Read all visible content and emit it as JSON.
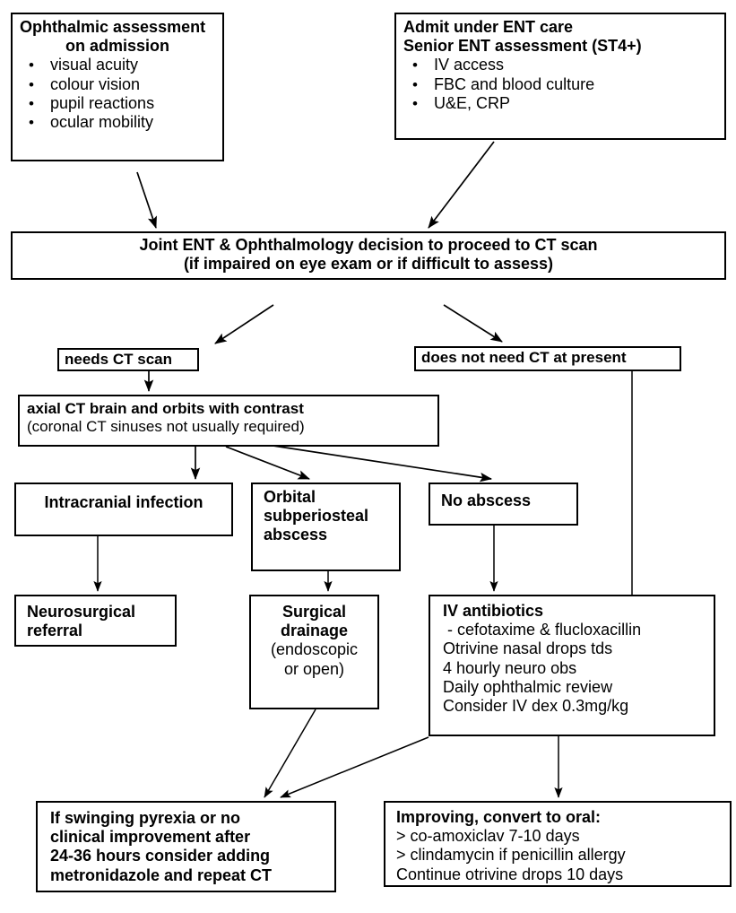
{
  "title": "Periorbital / orbital cellulitis management flowchart",
  "nodes": {
    "ophthalmic_assessment": {
      "heading_line1": "Ophthalmic assessment",
      "heading_line2": "on admission",
      "bullet_glyph": "•",
      "bullets": [
        "visual acuity",
        "colour vision",
        "pupil reactions",
        "ocular mobility"
      ]
    },
    "admit_ent": {
      "heading_line1": "Admit under ENT care",
      "heading_line2": "Senior ENT assessment (ST4+)",
      "bullet_glyph": "•",
      "bullets": [
        "IV access",
        "FBC and blood culture",
        "U&E, CRP"
      ]
    },
    "joint_decision": {
      "line1": "Joint ENT & Ophthalmology decision to proceed to CT scan",
      "line2": "(if impaired on eye exam or if difficult to assess)"
    },
    "needs_ct": {
      "label": "needs CT scan"
    },
    "no_ct": {
      "label": "does not need CT at present"
    },
    "axial_ct": {
      "line1": "axial CT brain and orbits with contrast",
      "line2": "(coronal CT sinuses not usually required)"
    },
    "intracranial": {
      "label": "Intracranial infection"
    },
    "orbital_abscess": {
      "line1": "Orbital",
      "line2": "subperiosteal",
      "line3": "abscess"
    },
    "no_abscess": {
      "label": "No abscess"
    },
    "neurosurgical": {
      "line1": "Neurosurgical",
      "line2": "referral"
    },
    "surgical_drainage": {
      "line1": "Surgical",
      "line2": "drainage",
      "line3": "(endoscopic",
      "line4": "or open)"
    },
    "iv_antibiotics": {
      "heading": "IV antibiotics",
      "line2": " - cefotaxime & flucloxacillin",
      "line3": "Otrivine nasal drops tds",
      "line4": "4 hourly neuro obs",
      "line5": "Daily ophthalmic review",
      "line6": "Consider IV dex 0.3mg/kg"
    },
    "swinging_pyrexia": {
      "line1": "If swinging pyrexia or no",
      "line2": "clinical improvement after",
      "line3": "24-36 hours consider adding",
      "line4": "metronidazole and repeat CT"
    },
    "improving_oral": {
      "heading": "Improving, convert to oral:",
      "line2": "> co-amoxiclav 7-10 days",
      "line3": "> clindamycin if penicillin allergy",
      "line4": "Continue otrivine drops 10 days"
    }
  },
  "edges": [
    {
      "name": "ophthalmic-to-decision",
      "from": "ophthalmic_assessment",
      "to": "joint_decision"
    },
    {
      "name": "admit-to-decision",
      "from": "admit_ent",
      "to": "joint_decision"
    },
    {
      "name": "decision-to-needs-ct",
      "from": "joint_decision",
      "to": "needs_ct"
    },
    {
      "name": "decision-to-no-ct",
      "from": "joint_decision",
      "to": "no_ct"
    },
    {
      "name": "needs-ct-to-axial-ct",
      "from": "needs_ct",
      "to": "axial_ct"
    },
    {
      "name": "axial-ct-to-intracranial",
      "from": "axial_ct",
      "to": "intracranial"
    },
    {
      "name": "axial-ct-to-orbital-abscess",
      "from": "axial_ct",
      "to": "orbital_abscess"
    },
    {
      "name": "axial-ct-to-no-abscess",
      "from": "axial_ct",
      "to": "no_abscess"
    },
    {
      "name": "intracranial-to-neurosurgical",
      "from": "intracranial",
      "to": "neurosurgical"
    },
    {
      "name": "orbital-abscess-to-surgical-drainage",
      "from": "orbital_abscess",
      "to": "surgical_drainage"
    },
    {
      "name": "no-abscess-to-iv-antibiotics",
      "from": "no_abscess",
      "to": "iv_antibiotics"
    },
    {
      "name": "no-ct-to-iv-antibiotics",
      "from": "no_ct",
      "to": "iv_antibiotics"
    },
    {
      "name": "surgical-drainage-to-swinging-pyrexia",
      "from": "surgical_drainage",
      "to": "swinging_pyrexia"
    },
    {
      "name": "iv-antibiotics-to-swinging-pyrexia",
      "from": "iv_antibiotics",
      "to": "swinging_pyrexia"
    },
    {
      "name": "iv-antibiotics-to-improving-oral",
      "from": "iv_antibiotics",
      "to": "improving_oral"
    }
  ],
  "colors": {
    "background": "#ffffff",
    "stroke": "#000000",
    "text": "#000000"
  }
}
